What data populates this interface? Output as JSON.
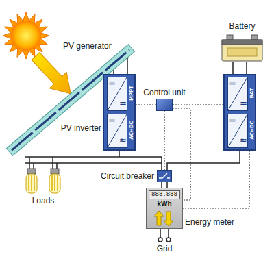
{
  "diagram": {
    "nodes": [
      {
        "text": [
          "Battery"
        ]
      },
      {
        "text": [
          "PV inverter",
          "=",
          "=",
          "=",
          "≈",
          "MPPT",
          "AC⇔DC"
        ]
      },
      {
        "text": [
          "Control unit"
        ]
      },
      {
        "text": [
          "=",
          "=",
          "=",
          "≈",
          "BAT",
          "AC⇔DC"
        ]
      },
      {
        "text": [
          "Circuit breaker"
        ]
      },
      {
        "text": [
          "888.888",
          "kWh",
          "Energy meter"
        ]
      }
    ],
    "edges": [
      {
        "from": 3,
        "to": 0,
        "arrow": "none"
      },
      {
        "from": 1,
        "to": 2,
        "arrow": "none"
      },
      {
        "from": 2,
        "to": 3,
        "arrow": "none"
      },
      {
        "from": 2,
        "to": 4,
        "arrow": "none"
      },
      {
        "from": 2,
        "to": 5,
        "arrow": "none"
      },
      {
        "from": 3,
        "to": 5,
        "arrow": "none"
      },
      {
        "from": 1,
        "to": 4,
        "arrow": "none"
      },
      {
        "from": 3,
        "to": 4,
        "arrow": "none"
      },
      {
        "from": 4,
        "to": 5,
        "arrow": "none"
      }
    ],
    "labels": [
      "PV generator",
      "Loads",
      "Grid"
    ]
  }
}
